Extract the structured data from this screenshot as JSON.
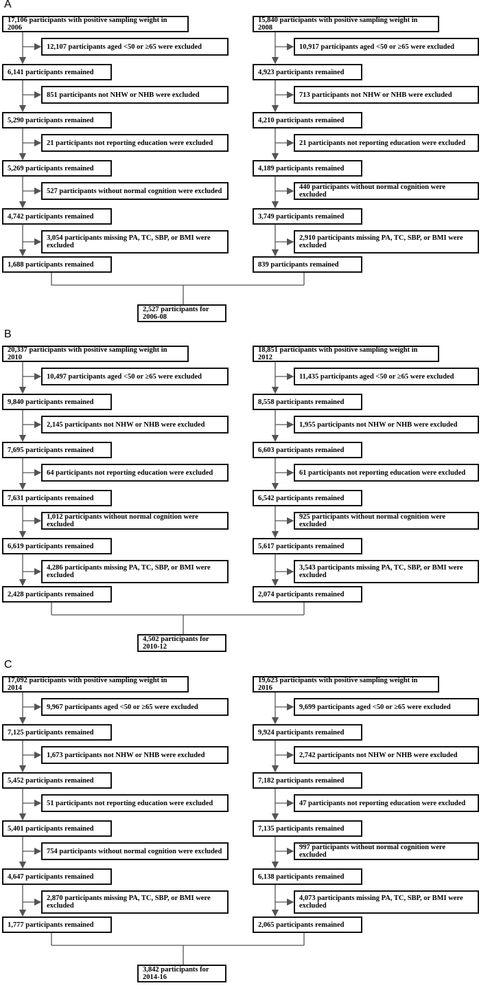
{
  "panels": [
    {
      "label": "A",
      "left": {
        "start": "17,106 participants with positive sampling weight in 2006",
        "steps": [
          {
            "excluded": "12,107 participants aged <50 or ≥65 were excluded",
            "remained": "6,141 participants remained"
          },
          {
            "excluded": "851 participants not NHW or NHB were excluded",
            "remained": "5,290 participants remained"
          },
          {
            "excluded": "21 participants not reporting education were excluded",
            "remained": "5,269 participants remained"
          },
          {
            "excluded": "527 participants without normal cognition were excluded",
            "remained": "4,742 participants remained"
          },
          {
            "excluded": "3,054 participants missing PA, TC, SBP, or BMI were excluded",
            "remained": "1,688 participants remained"
          }
        ]
      },
      "right": {
        "start": "15,840 participants with positive sampling weight in 2008",
        "steps": [
          {
            "excluded": "10,917 participants aged <50 or ≥65 were excluded",
            "remained": "4,923 participants remained"
          },
          {
            "excluded": "713 participants not NHW or NHB were excluded",
            "remained": "4,210 participants remained"
          },
          {
            "excluded": "21 participants not reporting education were excluded",
            "remained": "4,189 participants remained"
          },
          {
            "excluded": "440 participants without normal cognition were excluded",
            "remained": "3,749 participants remained"
          },
          {
            "excluded": "2,910 participants missing PA, TC, SBP, or BMI were excluded",
            "remained": "839 participants remained"
          }
        ]
      },
      "total": "2,527 participants for 2006-08"
    },
    {
      "label": "B",
      "left": {
        "start": "20,337 participants with positive sampling weight in 2010",
        "steps": [
          {
            "excluded": "10,497 participants aged <50 or ≥65 were excluded",
            "remained": "9,840 participants remained"
          },
          {
            "excluded": "2,145 participants not NHW or NHB were excluded",
            "remained": "7,695 participants remained"
          },
          {
            "excluded": "64 participants not reporting education were excluded",
            "remained": "7,631 participants remained"
          },
          {
            "excluded": "1,012 participants without normal cognition were excluded",
            "remained": "6,619 participants remained"
          },
          {
            "excluded": "4,286 participants missing PA, TC, SBP, or BMI were excluded",
            "remained": "2,428 participants remained"
          }
        ]
      },
      "right": {
        "start": "18,851 participants with positive sampling weight in 2012",
        "steps": [
          {
            "excluded": "11,435 participants aged <50 or ≥65 were excluded",
            "remained": "8,558 participants remained"
          },
          {
            "excluded": "1,955 participants not NHW or NHB were excluded",
            "remained": "6,603 participants remained"
          },
          {
            "excluded": "61 participants not reporting education were excluded",
            "remained": "6,542 participants remained"
          },
          {
            "excluded": "925 participants without normal cognition were excluded",
            "remained": "5,617 participants remained"
          },
          {
            "excluded": "3,543 participants missing PA, TC, SBP, or BMI were excluded",
            "remained": "2,074 participants remained"
          }
        ]
      },
      "total": "4,502 participants for 2010-12"
    },
    {
      "label": "C",
      "left": {
        "start": "17,092 participants with positive sampling weight in 2014",
        "steps": [
          {
            "excluded": "9,967 participants aged <50 or ≥65 were excluded",
            "remained": "7,125 participants remained"
          },
          {
            "excluded": "1,673 participants not NHW or NHB were excluded",
            "remained": "5,452 participants remained"
          },
          {
            "excluded": "51 participants not reporting education were excluded",
            "remained": "5,401 participants remained"
          },
          {
            "excluded": "754 participants without normal cognition were excluded",
            "remained": "4,647 participants remained"
          },
          {
            "excluded": "2,870 participants missing PA, TC, SBP, or BMI were excluded",
            "remained": "1,777 participants remained"
          }
        ]
      },
      "right": {
        "start": "19,623 participants with positive sampling weight in 2016",
        "steps": [
          {
            "excluded": "9,699 participants aged <50 or ≥65 were excluded",
            "remained": "9,924 participants remained"
          },
          {
            "excluded": "2,742 participants not NHW or NHB were excluded",
            "remained": "7,182 participants remained"
          },
          {
            "excluded": "47 participants not reporting education were excluded",
            "remained": "7,135 participants remained"
          },
          {
            "excluded": "997 participants without normal cognition were excluded",
            "remained": "6,138 participants remained"
          },
          {
            "excluded": "4,073 participants missing PA, TC, SBP, or BMI were excluded",
            "remained": "2,065 participants remained"
          }
        ]
      },
      "total": "3,842 participants for 2014-16"
    }
  ]
}
